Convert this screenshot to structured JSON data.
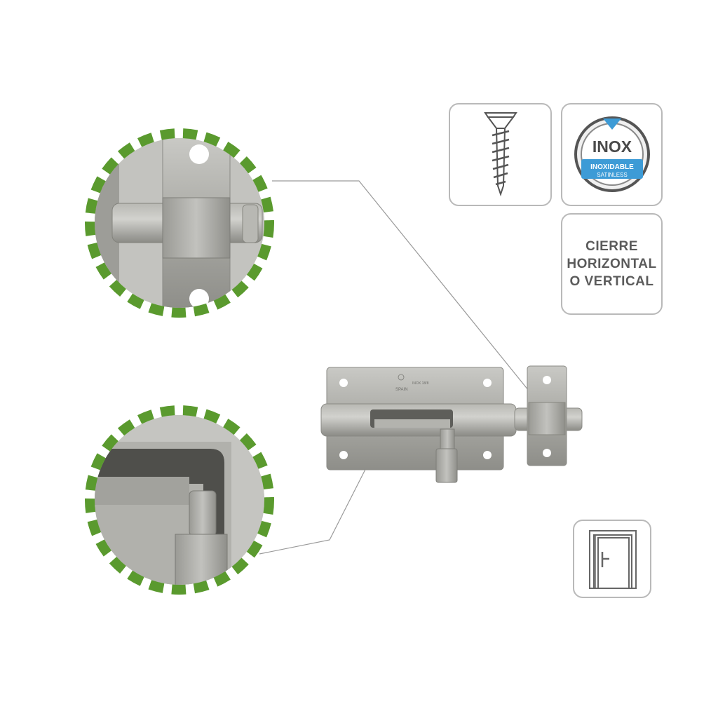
{
  "badges": {
    "inox": {
      "title": "INOX",
      "subtitle": "INOXIDABLE",
      "subtitle2": "SATINLESS"
    },
    "closure": {
      "lines": [
        "CIERRE",
        "HORIZONTAL",
        "O VERTICAL"
      ]
    }
  },
  "product": {
    "engraving": [
      "SPAIN",
      "INOX 18/8"
    ]
  },
  "colors": {
    "accent_green": "#5a9a2e",
    "inox_blue": "#3d9bd6",
    "card_border": "#b9b9b9",
    "steel": "#a8a8a4"
  },
  "icons": [
    "screw-icon",
    "inox-badge-icon",
    "door-icon"
  ]
}
